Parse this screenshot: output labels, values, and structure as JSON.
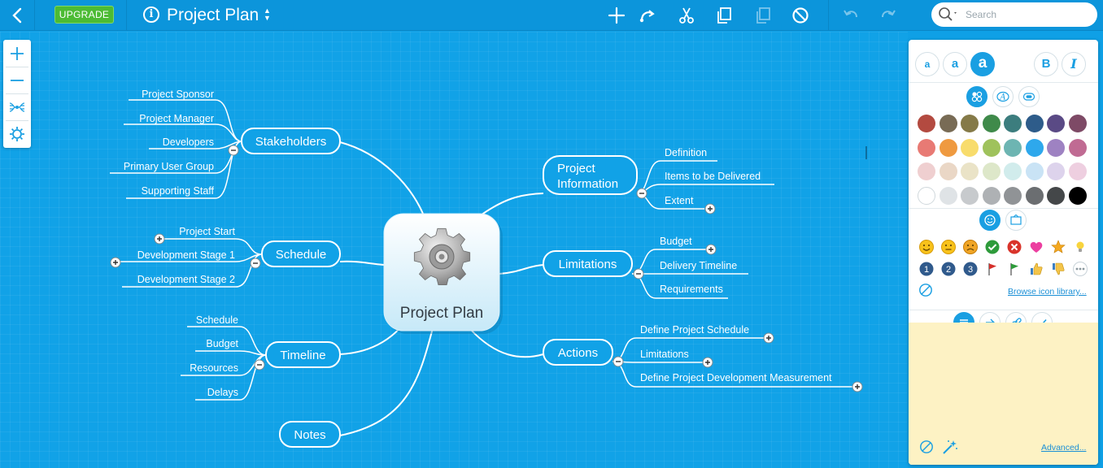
{
  "toolbar": {
    "upgrade_label": "UPGRADE",
    "document_title": "Project Plan",
    "search_placeholder": "Search",
    "icons": [
      "back-icon",
      "info-icon",
      "sort-icon",
      "plus-icon",
      "curve-arrow-icon",
      "scissors-icon",
      "copy-icon",
      "paste-icon",
      "no-entry-icon",
      "undo-icon",
      "redo-icon",
      "search-icon"
    ]
  },
  "zoom_toolbar": {
    "icons": [
      "zoom-in-icon",
      "zoom-out-icon",
      "balance-map-icon",
      "settings-icon"
    ]
  },
  "mindmap": {
    "center": {
      "title": "Project Plan",
      "icon": "gear-icon"
    },
    "branches": {
      "stakeholders": {
        "label": "Stakeholders",
        "children": [
          "Project Sponsor",
          "Project Manager",
          "Developers",
          "Primary User Group",
          "Supporting Staff"
        ]
      },
      "schedule": {
        "label": "Schedule",
        "children": [
          "Project Start",
          "Development Stage 1",
          "Development Stage 2"
        ]
      },
      "timeline": {
        "label": "Timeline",
        "children": [
          "Schedule",
          "Budget",
          "Resources",
          "Delays"
        ]
      },
      "notes": {
        "label": "Notes"
      },
      "project_information": {
        "label_line1": "Project",
        "label_line2": "Information",
        "children": [
          "Definition",
          "Items to be Delivered",
          "Extent"
        ]
      },
      "limitations": {
        "label": "Limitations",
        "children": [
          "Budget",
          "Delivery Timeline",
          "Requirements"
        ]
      },
      "actions": {
        "label": "Actions",
        "children": [
          "Define Project Schedule",
          "Limitations",
          "Define Project Development Measurement"
        ]
      }
    }
  },
  "panel": {
    "font_sizes": [
      "a",
      "a",
      "a"
    ],
    "bold_label": "B",
    "italic_label": "I",
    "colors": {
      "row1": [
        "#b34a40",
        "#786b55",
        "#857a48",
        "#3f8a4a",
        "#3c7d7e",
        "#2e5c8a",
        "#5a4a85",
        "#7e4a66"
      ],
      "row2": [
        "#e87a74",
        "#ef9a40",
        "#f8dc6c",
        "#9fc25c",
        "#6db5b2",
        "#2ea8ec",
        "#9e82c2",
        "#c06b93"
      ],
      "row3": [
        "#efcfd0",
        "#ead7c6",
        "#eae3c7",
        "#dde7c9",
        "#d1ecec",
        "#c9e3f5",
        "#ddd3ec",
        "#eecfe0"
      ],
      "row4": [
        "#ffffff",
        "#dfe3e6",
        "#c7cacd",
        "#aeb1b4",
        "#909396",
        "#6b6e71",
        "#444749",
        "#000000"
      ]
    },
    "browse_icon_label": "Browse icon library...",
    "advanced_label": "Advanced...",
    "accent_color": "#1a9fe2"
  }
}
